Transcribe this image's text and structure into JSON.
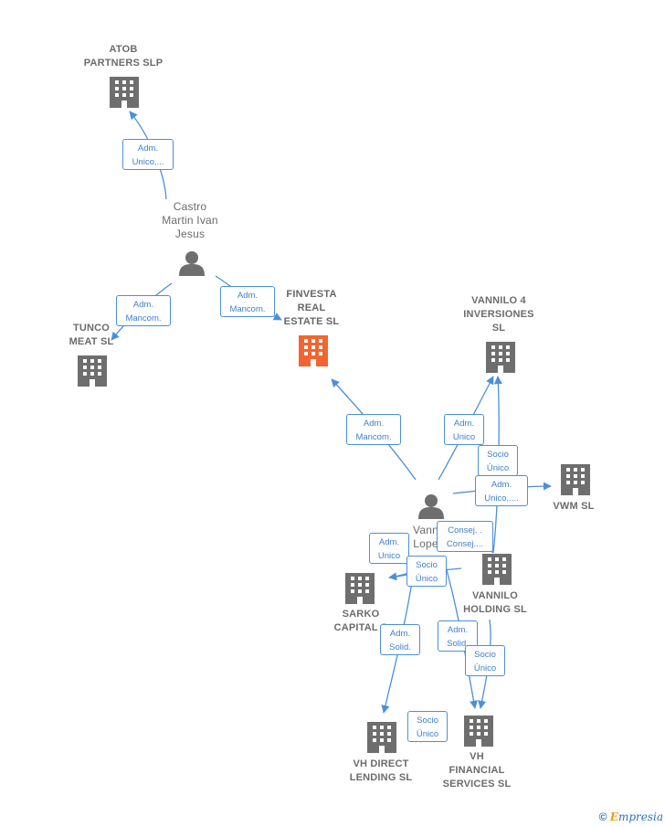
{
  "nodes": {
    "atob": {
      "label": "ATOB\nPARTNERS  SLP",
      "icon": "building-icon"
    },
    "castro": {
      "label": "Castro\nMartin Ivan\nJesus",
      "icon": "person-icon"
    },
    "tunco": {
      "label": "TUNCO\nMEAT  SL",
      "icon": "building-icon"
    },
    "finvesta": {
      "label": "FINVESTA\nREAL\nESTATE  SL",
      "icon": "building-icon"
    },
    "vannilo4": {
      "label": "VANNILO 4\nINVERSIONES\nSL",
      "icon": "building-icon"
    },
    "vwm": {
      "label": "VWM  SL",
      "icon": "building-icon"
    },
    "vannilo_person": {
      "label": "Vann\nLope\n…",
      "icon": "person-icon"
    },
    "vannilo_holding": {
      "label": "VANNILO\nHOLDING  SL",
      "icon": "building-icon"
    },
    "sarko": {
      "label": "SARKO\nCAPITAL  S",
      "icon": "building-icon"
    },
    "vh_direct": {
      "label": "VH DIRECT\nLENDING  SL",
      "icon": "building-icon"
    },
    "vh_financial": {
      "label": "VH\nFINANCIAL\nSERVICES  SL",
      "icon": "building-icon"
    }
  },
  "edges": {
    "e1": "Adm.\nUnico,...",
    "e2": "Adm.\nMancom.",
    "e3": "Adm.\nMancom.",
    "e4": "Adm.\nMancom.",
    "e5": "Adm.\nUnico",
    "e6": "Socio\nÚnico",
    "e7": "Adm.\nUnico,....",
    "e8": "Consej. .\nConsej....",
    "e9": "Adm.\nUnico",
    "e10": "Socio\nÚnico",
    "e11": "Adm.\nSolid.",
    "e12": "Adm.\nSolid.",
    "e13": "Socio\nÚnico",
    "e14": "Socio\nÚnico"
  },
  "colors": {
    "edge": "#4a90d9",
    "building": "#6e6e6e",
    "focus": "#f26531",
    "person": "#6e6e6e"
  },
  "logo": {
    "symbol": "©",
    "first_letter": "E",
    "rest": "mpresia"
  }
}
